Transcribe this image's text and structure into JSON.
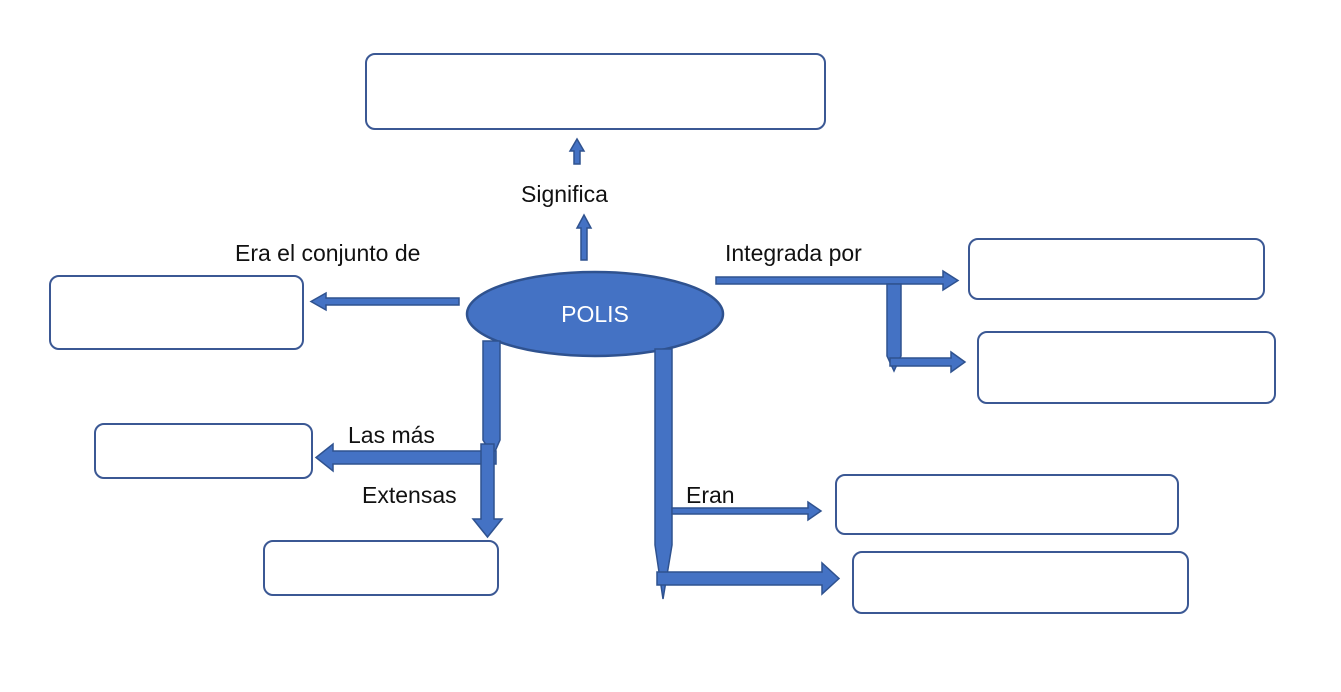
{
  "center": {
    "label": "POLIS",
    "fill": "#4472c4",
    "stroke": "#3b5894"
  },
  "connectors": {
    "significa": "Significa",
    "era_el_conjunto_de": "Era el conjunto de",
    "integrada_por": "Integrada por",
    "las_mas": "Las más",
    "extensas": "Extensas",
    "eran": "Eran"
  },
  "boxes": {
    "significa": "",
    "era_el_conjunto_de": "",
    "integrada_por_1": "",
    "integrada_por_2": "",
    "las_mas": "",
    "extensas": "",
    "eran_1": "",
    "eran_2": ""
  },
  "colors": {
    "arrow_fill": "#4472c4",
    "arrow_stroke": "#2f528f",
    "box_border": "#3b5894"
  }
}
